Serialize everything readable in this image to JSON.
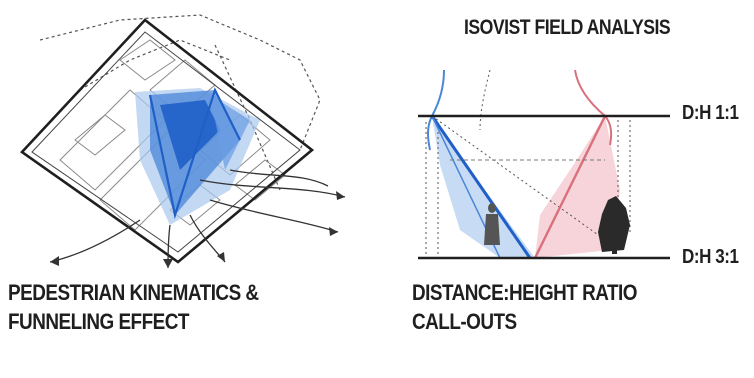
{
  "left": {
    "caption_line1": "PEDESTRIAN KINEMATICS &",
    "caption_line2": "FUNNELING EFFECT"
  },
  "right": {
    "title": "ISOVIST FIELD ANALYSIS",
    "ratio_top": "D:H 1:1",
    "ratio_bottom": "D:H 3:1",
    "caption_line1": "DISTANCE:HEIGHT RATIO",
    "caption_line2": "CALL-OUTS"
  },
  "colors": {
    "blue_dark": "#1f5fc7",
    "blue_mid": "#4a86d9",
    "blue_light": "#a9c8ee",
    "red_light": "#f2b7bf",
    "red_line": "#d9707d",
    "ink": "#1f1f1f"
  }
}
